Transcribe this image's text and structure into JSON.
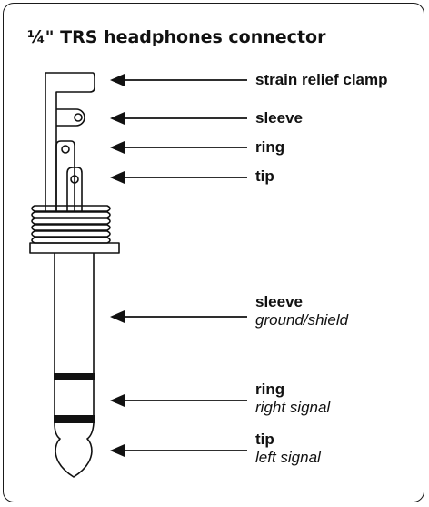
{
  "title": "¼\" TRS headphones connector",
  "labels": {
    "strain_relief": "strain relief clamp",
    "top_sleeve": "sleeve",
    "top_ring": "ring",
    "top_tip": "tip",
    "sleeve": "sleeve",
    "sleeve_sub": "ground/shield",
    "ring": "ring",
    "ring_sub": "right signal",
    "tip": "tip",
    "tip_sub": "left signal"
  }
}
